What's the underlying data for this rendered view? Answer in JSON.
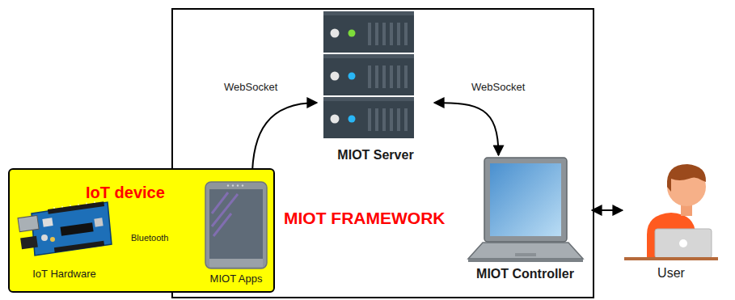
{
  "diagram": {
    "nodes": [
      {
        "text": [
          "MIOT FRAMEWORK"
        ]
      },
      {
        "text": [
          "IoT device"
        ]
      },
      {
        "text": [
          "IoT Hardware"
        ],
        "in": 1
      },
      {
        "text": [
          "MIOT Apps"
        ],
        "in": 1
      },
      {
        "text": [
          "MIOT Server"
        ],
        "in": 0
      },
      {
        "text": [
          "MIOT Controller"
        ],
        "in": 0
      },
      {
        "text": [
          "User"
        ]
      }
    ],
    "edges": [
      {
        "from": 4,
        "to": 3,
        "label": "WebSocket",
        "arrow": "both"
      },
      {
        "from": 4,
        "to": 5,
        "label": "WebSocket",
        "arrow": "both"
      },
      {
        "from": 2,
        "to": 3,
        "label": "Bluetooth",
        "arrow": "both"
      },
      {
        "from": 5,
        "to": 6,
        "arrow": "both"
      }
    ]
  }
}
